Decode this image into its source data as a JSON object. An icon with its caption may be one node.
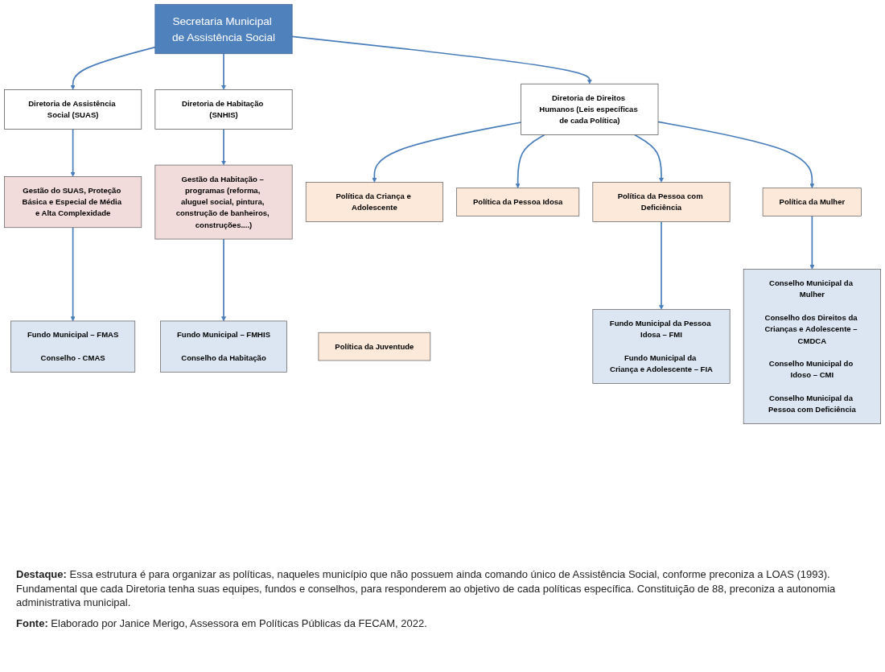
{
  "diagram": {
    "nodes": [
      {
        "text": [
          "Secretaria Municipal de Assistência Social"
        ]
      },
      {
        "text": [
          "Diretoria de Assistência Social (SUAS)"
        ]
      },
      {
        "text": [
          "Diretoria de Habitação (SNHIS)"
        ]
      },
      {
        "text": [
          "Diretoria de Direitos Humanos (Leis específicas de cada Política)"
        ]
      },
      {
        "text": [
          "Gestão do SUAS, Proteção Básica e Especial de Média e Alta Complexidade"
        ]
      },
      {
        "text": [
          "Gestão da Habitação – programas (reforma, aluguel social, pintura, construção de banheiros, construções....)"
        ]
      },
      {
        "text": [
          "Política da Criança e Adolescente"
        ]
      },
      {
        "text": [
          "Política da Pessoa Idosa"
        ]
      },
      {
        "text": [
          "Política da Juventude"
        ]
      },
      {
        "text": [
          "Política da Pessoa com Deficiência"
        ]
      },
      {
        "text": [
          "Política da Mulher"
        ]
      },
      {
        "text": [
          "Fundo Municipal – FMAS",
          "Conselho - CMAS"
        ]
      },
      {
        "text": [
          "Fundo Municipal – FMHIS",
          "Conselho da Habitação"
        ]
      },
      {
        "text": [
          "Fundo Municipal da Pessoa Idosa – FMI",
          "Fundo Municipal da Criança e Adolescente – FIA"
        ]
      },
      {
        "text": [
          "Conselho Municipal da Mulher",
          "Conselho dos Direitos da Crianças e Adolescente – CMDCA",
          "Conselho Municipal do Idoso – CMI",
          "Conselho Municipal da Pessoa com Deficiência"
        ]
      }
    ],
    "edges": [
      {
        "from": 0,
        "to": 1,
        "arrow": "to"
      },
      {
        "from": 0,
        "to": 2,
        "arrow": "to"
      },
      {
        "from": 0,
        "to": 3,
        "arrow": "to"
      },
      {
        "from": 1,
        "to": 4,
        "arrow": "to"
      },
      {
        "from": 2,
        "to": 5,
        "arrow": "to"
      },
      {
        "from": 3,
        "to": 6,
        "arrow": "to"
      },
      {
        "from": 3,
        "to": 7,
        "arrow": "to"
      },
      {
        "from": 3,
        "to": 9,
        "arrow": "to"
      },
      {
        "from": 3,
        "to": 10,
        "arrow": "to"
      },
      {
        "from": 4,
        "to": 11,
        "arrow": "to"
      },
      {
        "from": 5,
        "to": 12,
        "arrow": "to"
      },
      {
        "from": 9,
        "to": 13,
        "arrow": "to"
      },
      {
        "from": 10,
        "to": 14,
        "arrow": "to"
      }
    ],
    "labels": [
      "**Destaque:** Essa estrutura é para organizar as políticas, naqueles município que não possuem ainda comando único de Assistência Social, conforme preconiza a LOAS (1993). Fundamental que cada Diretoria tenha suas equipes, fundos e conselhos, para responderem ao objetivo de cada políticas específica. Constituição de 88, preconiza a autonomia administrativa municipal.",
      "**Fonte:** Elaborado por Janice Merigo, Assessora em Políticas Públicas da FECAM, 2022."
    ]
  }
}
